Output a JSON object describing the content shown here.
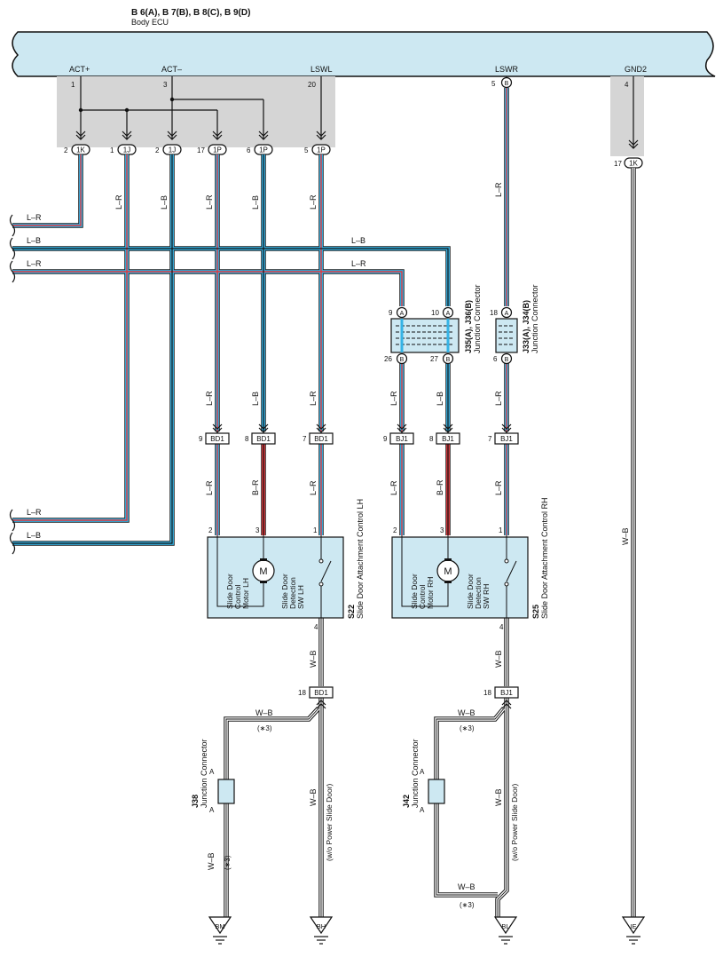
{
  "header": {
    "connectors": "B 6(A), B 7(B), B 8(C), B 9(D)",
    "ecu_name": "Body ECU"
  },
  "ecu_terminals": {
    "act_plus": "ACT+",
    "act_minus": "ACT–",
    "lswl": "LSWL",
    "lswr": "LSWR",
    "gnd2": "GND2"
  },
  "pins": {
    "p1": "1",
    "p3": "3",
    "p20": "20",
    "p5": "5",
    "p4": "4",
    "p2": "2",
    "p17": "17",
    "p6": "6",
    "p9": "9",
    "p10": "10",
    "p26": "26",
    "p27": "27",
    "p18": "18",
    "p8": "8",
    "p7": "7"
  },
  "connector_codes": {
    "k1": "1K",
    "j1": "1J",
    "p1": "1P",
    "a": "A",
    "b": "B",
    "bd1": "BD1",
    "bj1": "BJ1"
  },
  "wire_colors": {
    "lr": "L–R",
    "lb": "L–B",
    "br": "B–R",
    "wb": "W–B"
  },
  "junctions": {
    "j35_code": "J35(A), J36(B)",
    "j33_code": "J33(A), J34(B)",
    "j38_code": "J38",
    "j42_code": "J42",
    "type": "Junction Connector"
  },
  "components": {
    "s22_code": "S22",
    "s22_name": "Slide Door Attachment Control LH",
    "s25_code": "S25",
    "s25_name": "Slide Door Attachment Control RH",
    "motor_lh": [
      "Slide Door",
      "Control",
      "Motor LH"
    ],
    "sw_lh": [
      "Slide Door",
      "Detection",
      "SW LH"
    ],
    "motor_rh": [
      "Slide Door",
      "Control",
      "Motor RH"
    ],
    "sw_rh": [
      "Slide Door",
      "Detection",
      "SW RH"
    ],
    "motor_symbol": "M"
  },
  "notes": {
    "star3": "(∗3)",
    "wo_psd": "(w/o Power Slide Door)"
  },
  "grounds": {
    "bm": "BM",
    "bh": "BH",
    "bl": "BL",
    "ie": "IE"
  },
  "colors": {
    "ecu_fill": "#cde8f2",
    "pin_area": "#d5d5d5",
    "blue_wire": "#35b3e6",
    "red_wire": "#e0393e",
    "box_fill": "#cde8f2"
  }
}
